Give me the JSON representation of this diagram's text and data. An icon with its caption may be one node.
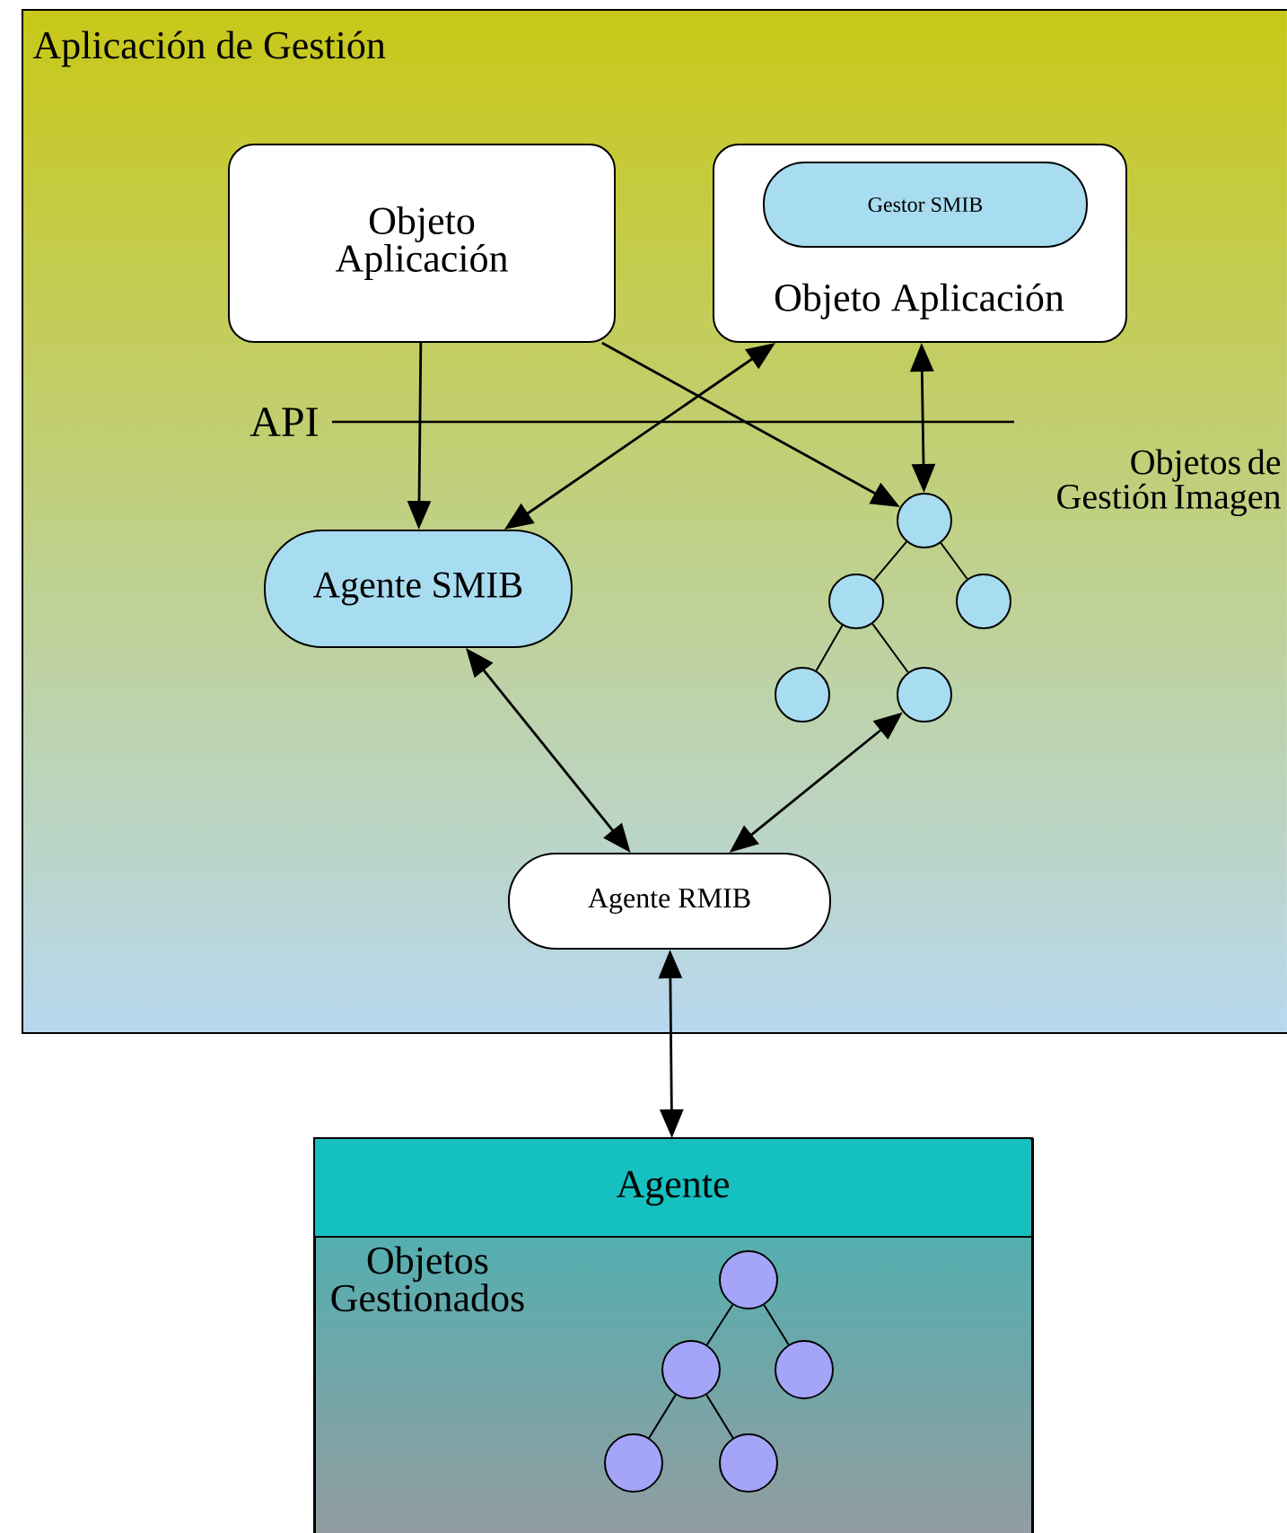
{
  "diagram": {
    "nodes": [
      {
        "text": [
          "Aplicación de Gestión"
        ]
      },
      {
        "text": [
          "Objeto Aplicación"
        ],
        "in": 0
      },
      {
        "text": [
          "Objeto Aplicación"
        ],
        "in": 0
      },
      {
        "text": [
          "Gestor SMIB"
        ],
        "in": 2
      },
      {
        "text": [
          "Agente SMIB"
        ],
        "in": 0
      },
      {
        "text": [],
        "shape": "circle",
        "in": 0
      },
      {
        "text": [],
        "shape": "circle",
        "in": 0
      },
      {
        "text": [],
        "shape": "circle",
        "in": 0
      },
      {
        "text": [],
        "shape": "circle",
        "in": 0
      },
      {
        "text": [],
        "shape": "circle",
        "in": 0
      },
      {
        "text": [
          "Agente RMIB"
        ],
        "in": 0
      },
      {
        "text": [
          "Agente",
          "Objetos Gestionados"
        ]
      },
      {
        "text": [],
        "shape": "circle",
        "in": 11
      },
      {
        "text": [],
        "shape": "circle",
        "in": 11
      },
      {
        "text": [],
        "shape": "circle",
        "in": 11
      },
      {
        "text": [],
        "shape": "circle",
        "in": 11
      },
      {
        "text": [],
        "shape": "circle",
        "in": 11
      }
    ],
    "edges": [
      {
        "from": 1,
        "to": 4,
        "arrow": "to"
      },
      {
        "from": 4,
        "to": 2,
        "arrow": "both"
      },
      {
        "from": 1,
        "to": 5,
        "arrow": "to"
      },
      {
        "from": 2,
        "to": 5,
        "arrow": "both"
      },
      {
        "from": 5,
        "to": 6,
        "arrow": "none"
      },
      {
        "from": 5,
        "to": 7,
        "arrow": "none"
      },
      {
        "from": 6,
        "to": 8,
        "arrow": "none"
      },
      {
        "from": 6,
        "to": 9,
        "arrow": "none"
      },
      {
        "from": 4,
        "to": 10,
        "arrow": "both"
      },
      {
        "from": 10,
        "to": 9,
        "arrow": "both"
      },
      {
        "from": 10,
        "to": 11,
        "arrow": "both"
      },
      {
        "from": 12,
        "to": 13,
        "arrow": "none"
      },
      {
        "from": 12,
        "to": 14,
        "arrow": "none"
      },
      {
        "from": 13,
        "to": 15,
        "arrow": "none"
      },
      {
        "from": 13,
        "to": 16,
        "arrow": "none"
      }
    ],
    "labels": [
      "API",
      "Objetos de Gestión Imagen"
    ]
  }
}
